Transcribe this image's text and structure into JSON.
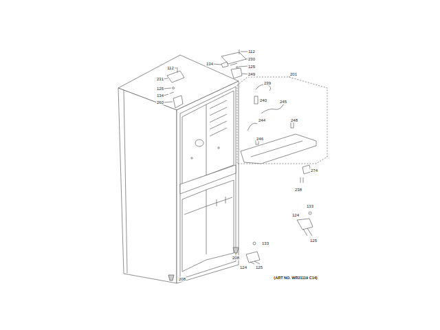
{
  "diagram": {
    "labels": [
      "112",
      "230",
      "134",
      "125",
      "249",
      "112",
      "231",
      "125",
      "134",
      "260",
      "201",
      "239",
      "240",
      "245",
      "244",
      "248",
      "246",
      "274",
      "238",
      "133",
      "124",
      "125",
      "133",
      "208",
      "124",
      "125",
      "208",
      "(ART NO. WR21119 C14)"
    ]
  }
}
